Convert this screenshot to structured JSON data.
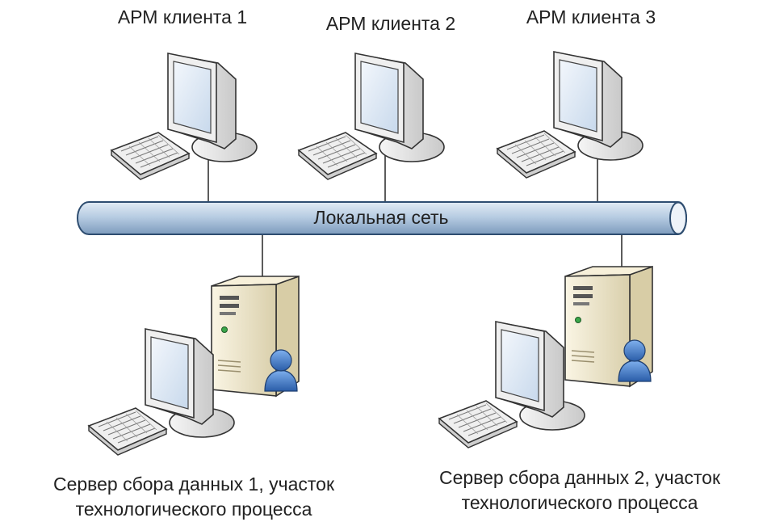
{
  "clients": [
    {
      "label": "АРМ клиента 1"
    },
    {
      "label": "АРМ клиента 2"
    },
    {
      "label": "АРМ клиента 3"
    }
  ],
  "network": {
    "label": "Локальная сеть"
  },
  "servers": [
    {
      "line1": "Сервер сбора данных 1, участок",
      "line2": "технологического процесса"
    },
    {
      "line1": "Сервер сбора данных 2, участок",
      "line2": "технологического процесса"
    }
  ],
  "colors": {
    "pipe_fill": "#b8cde3",
    "pipe_stroke": "#2e4d70",
    "device_gray": "#e6e6e6",
    "screen": "#dfe9f5",
    "server_beige": "#f1e9cf",
    "user_blue": "#3f79c9"
  }
}
